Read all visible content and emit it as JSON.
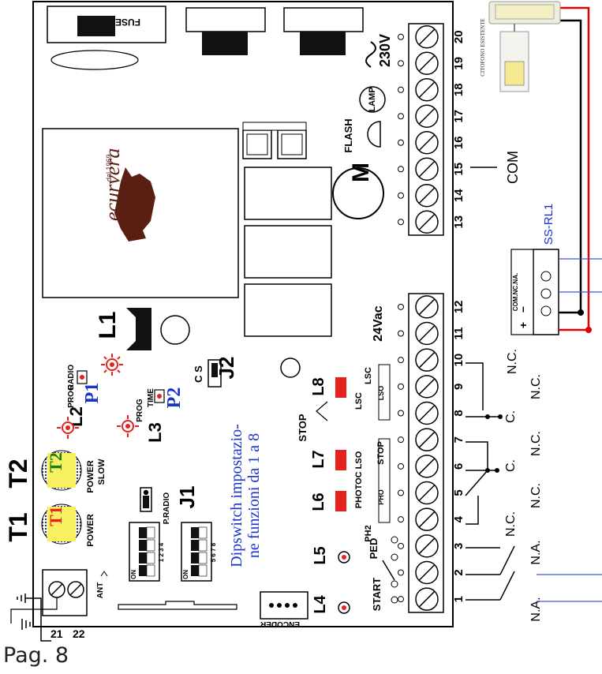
{
  "footer": {
    "page": "Pag. 8"
  },
  "labels": {
    "fuse": "FUSE",
    "com": "COM",
    "ss_rl1": "SS-RL1",
    "relay_terms": "COM.NC.NA.",
    "plus": "+",
    "minus": "−",
    "citofono": "CITOFONO ESISTENTE",
    "volt230": "230V",
    "lamp": "LAMP",
    "flash": "FLASH",
    "motor": "M",
    "v24": "24Vac",
    "lsc": "LSC",
    "lso": "LSO",
    "l8": "L8",
    "lsc2": "LSC",
    "stop_top": "STOP",
    "stop2": "STOP",
    "l7": "L7",
    "photoc_lso": "PHOTOC LSO",
    "pho": "PHO",
    "ph2": "PH2",
    "l6": "L6",
    "l5": "L5",
    "l4": "L4",
    "ped": "PED",
    "start": "START",
    "encoder": "ENCODER",
    "ant": "ANT",
    "t1_big": "T1",
    "t2_big": "T2",
    "t1": "T1",
    "t2": "T2",
    "power1": "POWER",
    "power2": "POWER",
    "slow": "SLOW",
    "l1": "L1",
    "l2": "L2",
    "l3": "L3",
    "p1": "P1",
    "p2": "P2",
    "prog1": "PROG",
    "radio": "RADIO",
    "prog2": "PROG",
    "time": "TIME",
    "cs": "C S",
    "j2": "J2",
    "j1": "J1",
    "pradio": "P.RADIO",
    "dip_title": "Dipswitch impostazio-",
    "dip_title2": "ne funzioni da 1 a 8",
    "on1": "ON",
    "on2": "ON",
    "dip1_nums": "1 2 3 4",
    "dip2_nums": "5 6 7 8",
    "t21": "21",
    "t22": "22"
  },
  "terminals_top": [
    "13",
    "14",
    "15",
    "16",
    "17",
    "18",
    "19",
    "20"
  ],
  "terminals_bottom": [
    "1",
    "2",
    "3",
    "4",
    "5",
    "6",
    "7",
    "8",
    "9",
    "10",
    "11",
    "12"
  ],
  "contacts": {
    "na1": "N.A.",
    "na2": "N.A.",
    "nc4": "N.C.",
    "nc5": "N.C.",
    "c6": "C.",
    "nc7": "N.C.",
    "c8": "C.",
    "nc9": "N.C.",
    "nc10": "N.C."
  },
  "colors": {
    "led_red": "#e8201c",
    "brand": "#5a1e12",
    "blue_text": "#1a33cc",
    "wire_red": "#e00000",
    "wire_blue": "#4455cc",
    "t_yellow": "#f7f060",
    "t_green": "#1a7a1a"
  }
}
